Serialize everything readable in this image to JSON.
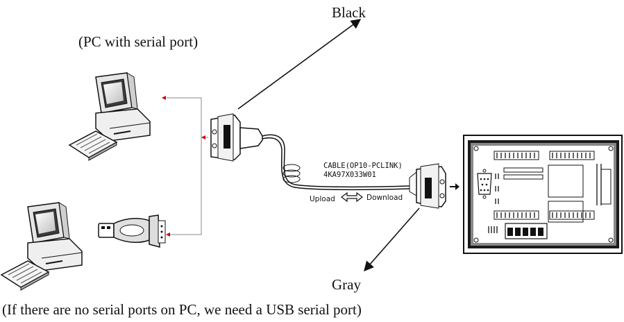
{
  "labels": {
    "pc_with_serial_port": "(PC with serial port)",
    "black": "Black",
    "gray": "Gray",
    "cable_name": "CABLE(OP10-PCLINK)",
    "cable_part_number": "4KA97X033W01",
    "upload": "Upload",
    "download": "Download",
    "footnote": "(If there are no serial ports on PC, we need a USB serial port)"
  },
  "colors": {
    "line": "#111111",
    "connector_arrow": "#cc0000",
    "monitor_screen": "#3a3a3a"
  },
  "icons": [
    "pc-icon",
    "usb-serial-adapter-icon",
    "db9-connector-icon",
    "hmi-panel-icon",
    "bidirectional-arrow-icon"
  ]
}
